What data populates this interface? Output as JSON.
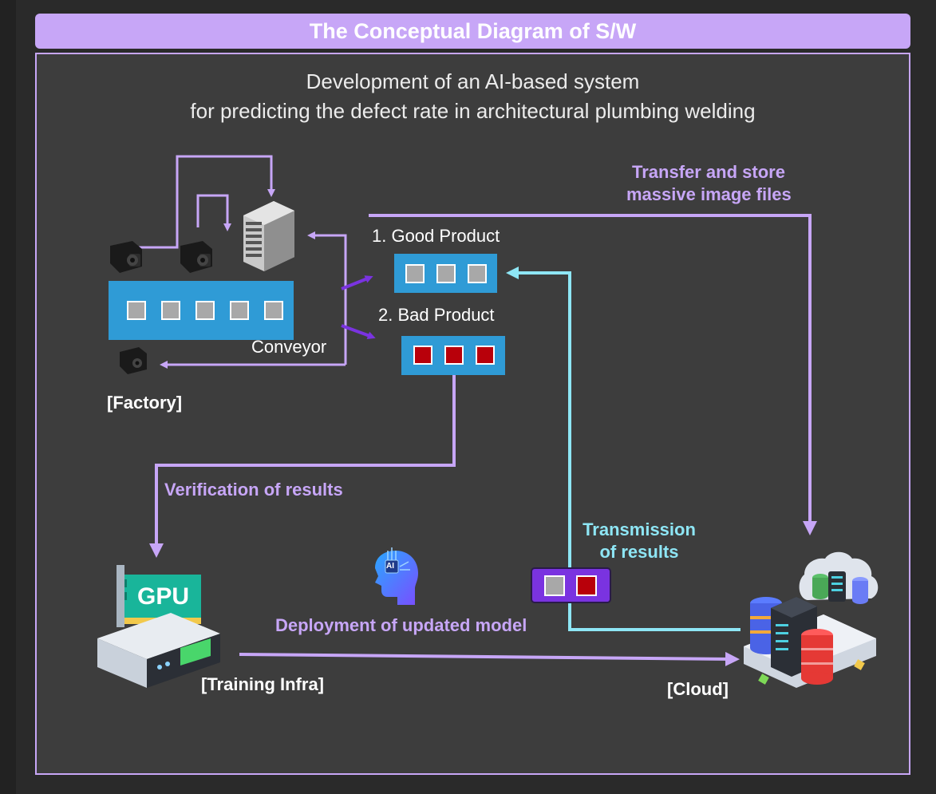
{
  "header": {
    "title": "The Conceptual Diagram of S/W"
  },
  "subtitle": {
    "line1": "Development of an AI-based system",
    "line2": "for predicting the defect rate in architectural plumbing welding"
  },
  "labels": {
    "transfer_line1": "Transfer and store",
    "transfer_line2": "massive image files",
    "good_product": "1. Good Product",
    "bad_product": "2. Bad Product",
    "conveyor": "Conveyor",
    "factory": "[Factory]",
    "verification": "Verification of results",
    "transmission_line1": "Transmission",
    "transmission_line2": "of results",
    "deployment": "Deployment of updated model",
    "training_infra": "[Training Infra]",
    "cloud": "[Cloud]",
    "gpu": "GPU",
    "ai": "AI"
  },
  "icons": [
    "camera-icon",
    "server-icon",
    "ai-head-icon",
    "gpu-card-icon",
    "cloud-database-icon"
  ],
  "colors": {
    "accent_purple": "#c7a6f7",
    "cyan": "#8ee6f5",
    "conveyor_blue": "#2f9bd6",
    "good_item": "#a8a8a8",
    "bad_item": "#b8000a"
  }
}
